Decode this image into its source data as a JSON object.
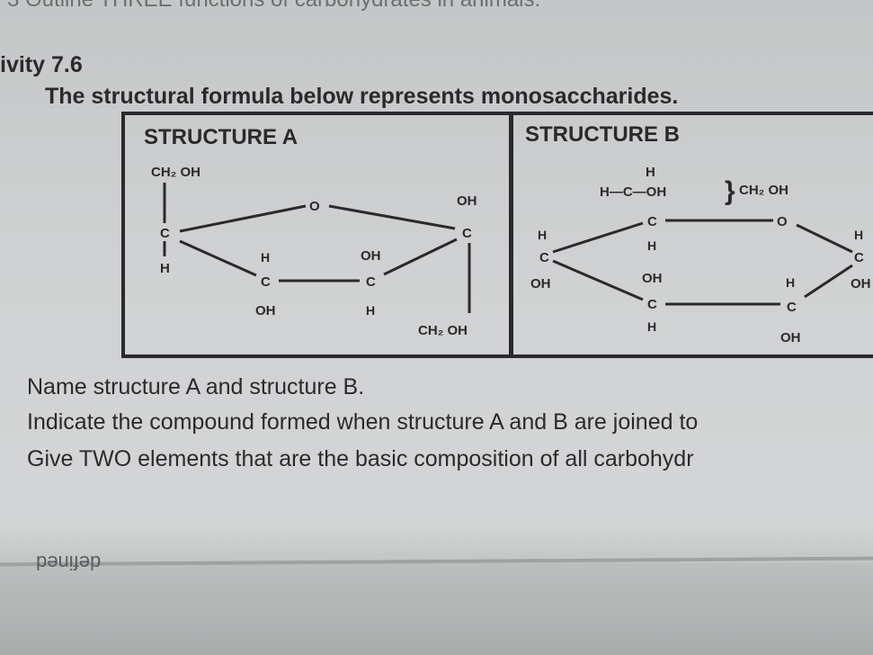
{
  "page": {
    "top_line": "3   Outline THREE functions of carbohydrates in animals.",
    "activity": "ivity 7.6",
    "heading": "The structural formula below represents monosaccharides.",
    "questions": [
      "Name structure A and structure B.",
      "Indicate the compound formed when structure A and B are joined to",
      "Give TWO elements that are the basic composition of all carbohydr"
    ],
    "bleed_through_text": "defined"
  },
  "structure_a": {
    "title": "STRUCTURE A",
    "labels": {
      "ch2oh_top": "CH₂ OH",
      "c1": "C",
      "h1": "H",
      "o": "O",
      "oh_right": "OH",
      "c_right": "C",
      "ch2oh_bottom": "CH₂ OH",
      "h2": "H",
      "c2": "C",
      "oh2": "OH",
      "oh3": "OH",
      "c3": "C",
      "h3": "H"
    }
  },
  "structure_b": {
    "title": "STRUCTURE B",
    "labels": {
      "h_top": "H",
      "side_chain": "H—C—OH",
      "brace": "}",
      "ch2oh": "CH₂ OH",
      "c5": "C",
      "h5": "H",
      "o": "O",
      "h_left": "H",
      "c_left": "C",
      "oh_left": "OH",
      "oh3": "OH",
      "c3": "C",
      "h3": "H",
      "h2": "H",
      "c2": "C",
      "oh2": "OH",
      "h_right": "H",
      "c_right": "C",
      "oh_right": "OH"
    }
  }
}
